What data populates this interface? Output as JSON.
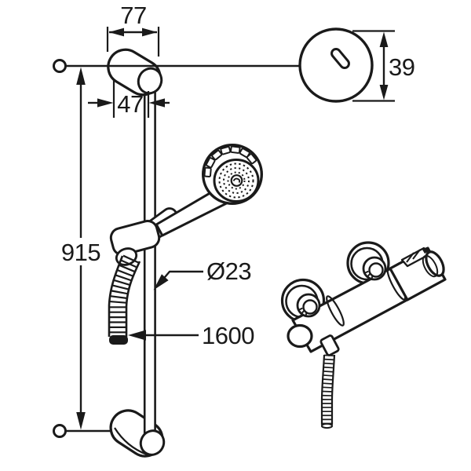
{
  "drawing": {
    "background": "#ffffff",
    "ink": "#1a1a1a",
    "dimensions": {
      "rail_bracket_width": "77",
      "rail_wall_offset": "47",
      "bracket_depth": "39",
      "rail_length": "915",
      "rail_diameter": "Ø23",
      "hose_length": "1600"
    }
  }
}
